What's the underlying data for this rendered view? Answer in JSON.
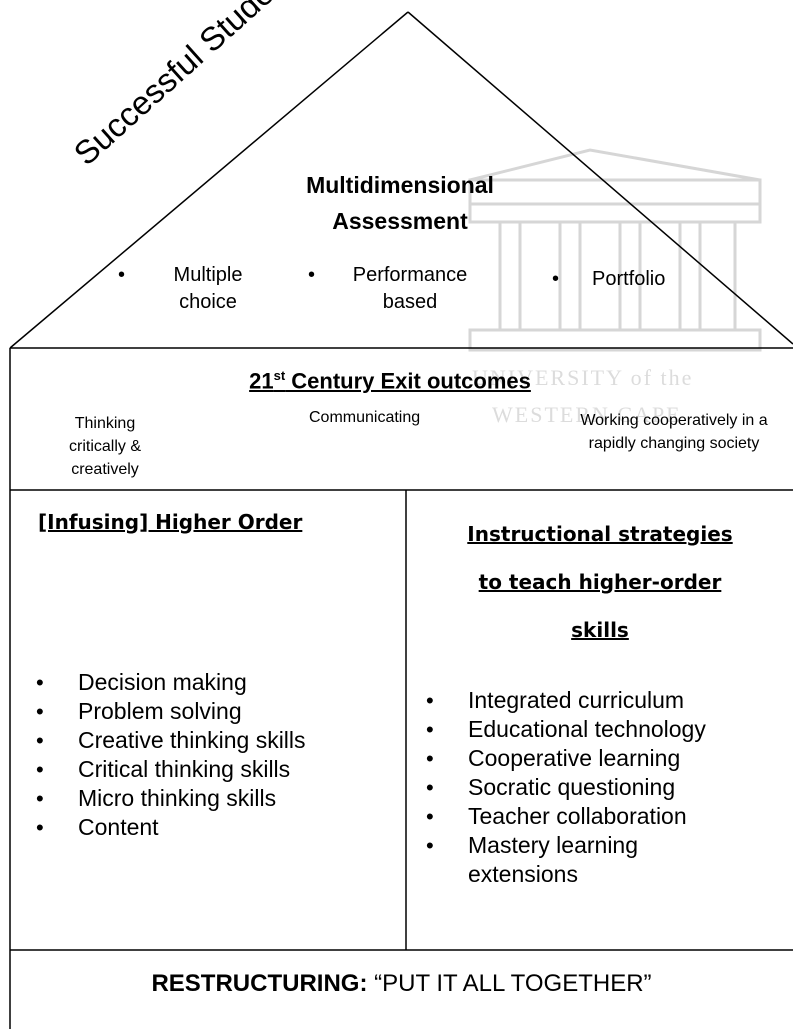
{
  "roof": {
    "diagonal_text": "Successful Student",
    "title_line1": "Multidimensional",
    "title_line2": "Assessment",
    "items": [
      {
        "line1": "Multiple",
        "line2": "choice"
      },
      {
        "line1": "Performance",
        "line2": "based"
      },
      {
        "line1": "Portfolio",
        "line2": ""
      }
    ]
  },
  "exit": {
    "title_main": "21",
    "title_sup": "st",
    "title_rest": " Century Exit outcomes",
    "col1": [
      "Thinking",
      "critically &",
      "creatively"
    ],
    "col2": "Communicating",
    "col3": [
      "Working cooperatively in a",
      "rapidly changing society"
    ]
  },
  "left": {
    "title": "[Infusing] Higher Order",
    "items": [
      "Decision making",
      "Problem solving",
      "Creative thinking skills",
      "Critical thinking skills",
      "Micro thinking skills",
      "Content"
    ]
  },
  "right": {
    "title": [
      "Instructional strategies",
      "to teach higher-order",
      "skills"
    ],
    "items": [
      "Integrated curriculum",
      "Educational technology",
      "Cooperative learning",
      "Socratic questioning",
      "Teacher collaboration",
      "Mastery learning",
      "extensions"
    ]
  },
  "footer": {
    "bold": "RESTRUCTURING:",
    "rest": " “PUT IT ALL TOGETHER”"
  },
  "watermark": {
    "line1": "UNIVERSITY of the",
    "line2": "WESTERN CAPE"
  }
}
